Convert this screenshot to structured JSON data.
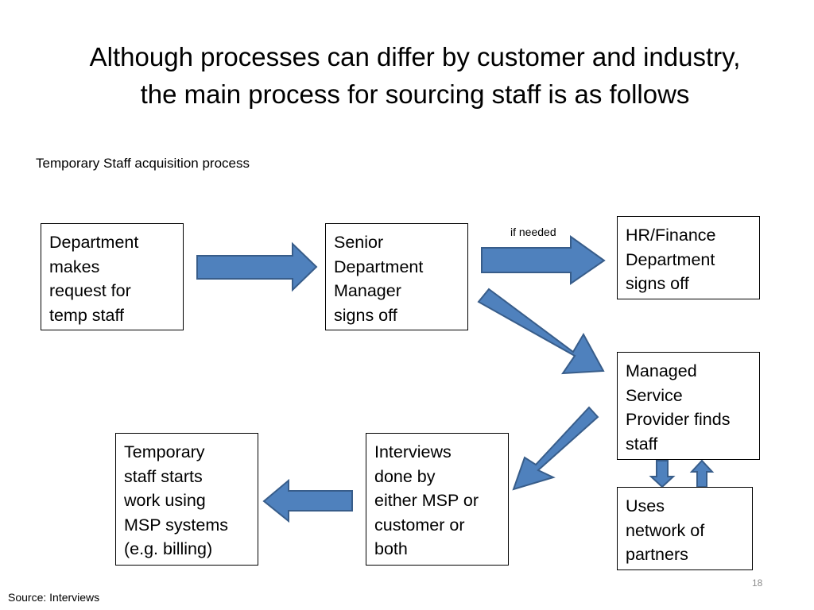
{
  "slide": {
    "title_lines": [
      "Although processes can differ by customer and industry,",
      "the main process for sourcing staff is as follows"
    ],
    "subtitle": "Temporary Staff acquisition process",
    "source": "Source: Interviews",
    "page_number": "18"
  },
  "diagram": {
    "nodes": [
      {
        "id": "department-request",
        "lines": [
          "Department",
          "makes",
          "request for",
          "temp staff"
        ]
      },
      {
        "id": "senior-manager-signoff",
        "lines": [
          "Senior",
          "Department",
          "Manager",
          "signs off"
        ]
      },
      {
        "id": "hr-finance-signoff",
        "lines": [
          "HR/Finance",
          "Department",
          "signs off"
        ]
      },
      {
        "id": "msp-finds-staff",
        "lines": [
          "Managed",
          "Service",
          "Provider finds",
          "staff"
        ]
      },
      {
        "id": "network-of-partners",
        "lines": [
          "Uses",
          "network of",
          "partners"
        ]
      },
      {
        "id": "interviews",
        "lines": [
          "Interviews",
          "done by",
          "either MSP or",
          "customer or",
          "both"
        ]
      },
      {
        "id": "staff-starts-work",
        "lines": [
          "Temporary",
          "staff starts",
          "work using",
          "MSP systems",
          "(e.g. billing)"
        ]
      }
    ],
    "edges": [
      {
        "from": "department-request",
        "to": "senior-manager-signoff",
        "label": ""
      },
      {
        "from": "senior-manager-signoff",
        "to": "hr-finance-signoff",
        "label": "if needed"
      },
      {
        "from": "senior-manager-signoff",
        "to": "msp-finds-staff",
        "label": ""
      },
      {
        "from": "msp-finds-staff",
        "to": "network-of-partners",
        "label": ""
      },
      {
        "from": "network-of-partners",
        "to": "msp-finds-staff",
        "label": ""
      },
      {
        "from": "msp-finds-staff",
        "to": "interviews",
        "label": ""
      },
      {
        "from": "interviews",
        "to": "staff-starts-work",
        "label": ""
      }
    ]
  },
  "colors": {
    "arrow_fill": "#4f81bd",
    "arrow_stroke": "#385d8a",
    "box_border": "#000000"
  }
}
